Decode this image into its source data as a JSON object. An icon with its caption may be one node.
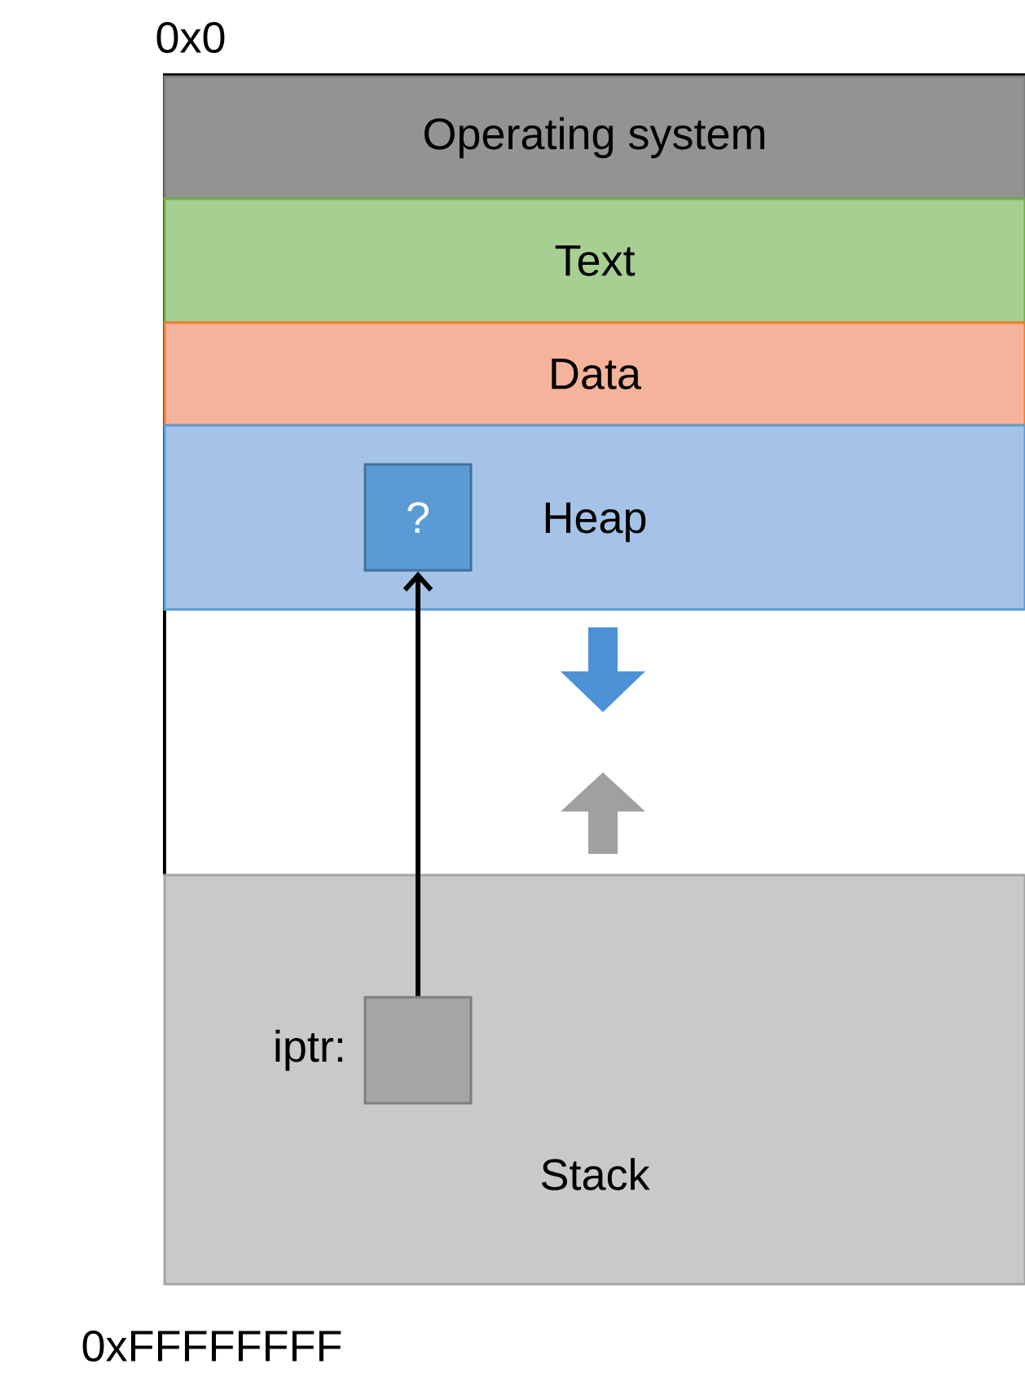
{
  "diagram": {
    "nodes": [
      {
        "text": [
          "Operating system"
        ]
      },
      {
        "text": [
          "Text"
        ]
      },
      {
        "text": [
          "Data"
        ]
      },
      {
        "text": [
          "Heap"
        ]
      },
      {
        "text": [
          "?"
        ],
        "in": 3
      },
      {
        "text": [
          "Stack"
        ]
      },
      {
        "text": [],
        "shape": "box",
        "beside": [
          "iptr:"
        ],
        "in": 5
      }
    ],
    "edges": [
      {
        "from": 6,
        "to": 4,
        "arrow": "to"
      }
    ],
    "labels": [
      "0x0",
      "0xFFFFFFFF"
    ]
  }
}
